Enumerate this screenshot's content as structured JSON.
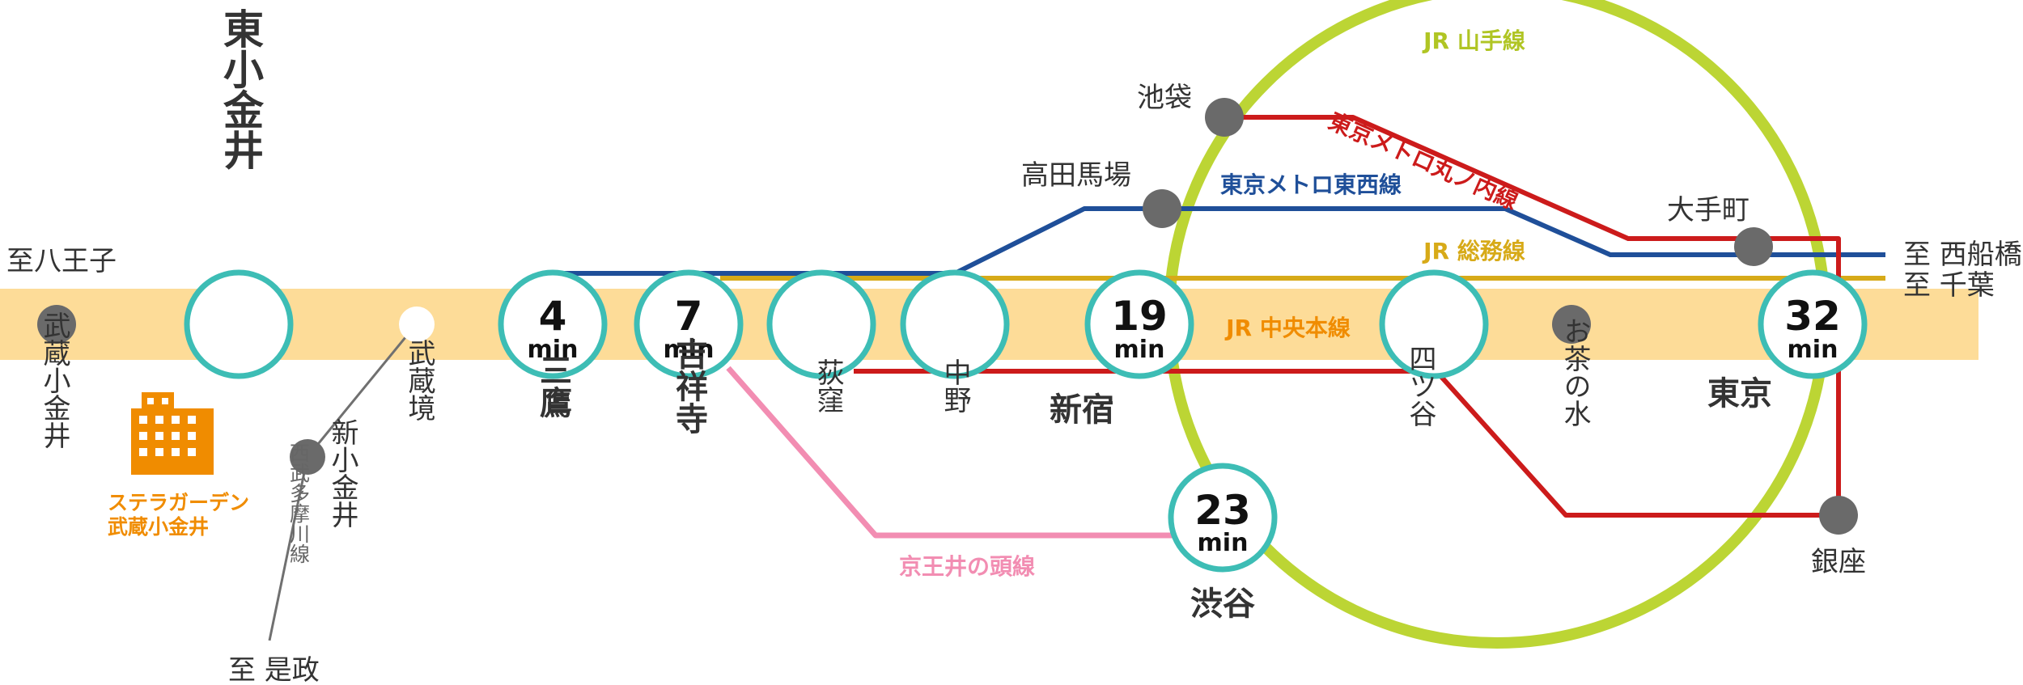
{
  "colors": {
    "chuo_band": "#fddc98",
    "yamanote": "#bcd534",
    "tozai": "#1f4f99",
    "marunouchi": "#cc1b1b",
    "sobu": "#d7aa18",
    "keio": "#f28db2",
    "seibu": "#707070",
    "ring": "#3dbdb5",
    "station_dot": "#6a6a6a",
    "property": "#f08c00"
  },
  "icons": {
    "property": "building-icon"
  },
  "lines": {
    "yamanote": "JR 山手線",
    "tozai": "東京メトロ東西線",
    "marunouchi": "東京メトロ丸ノ内線",
    "sobu": "JR 総務線",
    "chuo": "JR 中央本線",
    "keio": "京王井の頭線",
    "seibu": "西武多摩川線"
  },
  "stations": {
    "higashi_koganei": "東小金井",
    "hachioji": "至八王子",
    "musashi_koganei": "武蔵小金井",
    "shin_koganei": "新小金井",
    "musashi_sakai": "武蔵境",
    "koremasa": "至 是政",
    "mitaka": "三鷹",
    "kichijoji": "吉祥寺",
    "ogikubo": "荻窪",
    "nakano": "中野",
    "shinjuku": "新宿",
    "shibuya": "渋谷",
    "yotsuya": "四ツ谷",
    "ochanomizu": "お茶の水",
    "tokyo": "東京",
    "ginza": "銀座",
    "otemachi": "大手町",
    "takadanobaba": "高田馬場",
    "ikebukuro": "池袋",
    "nishifunabashi": "至 西船橋",
    "chiba": "至 千葉"
  },
  "times": {
    "mitaka": {
      "value": "4",
      "unit": "min"
    },
    "kichijoji": {
      "value": "7",
      "unit": "min"
    },
    "shinjuku": {
      "value": "19",
      "unit": "min"
    },
    "shibuya": {
      "value": "23",
      "unit": "min"
    },
    "tokyo": {
      "value": "32",
      "unit": "min"
    }
  },
  "property": {
    "line1": "ステラガーデン",
    "line2": "武蔵小金井"
  }
}
